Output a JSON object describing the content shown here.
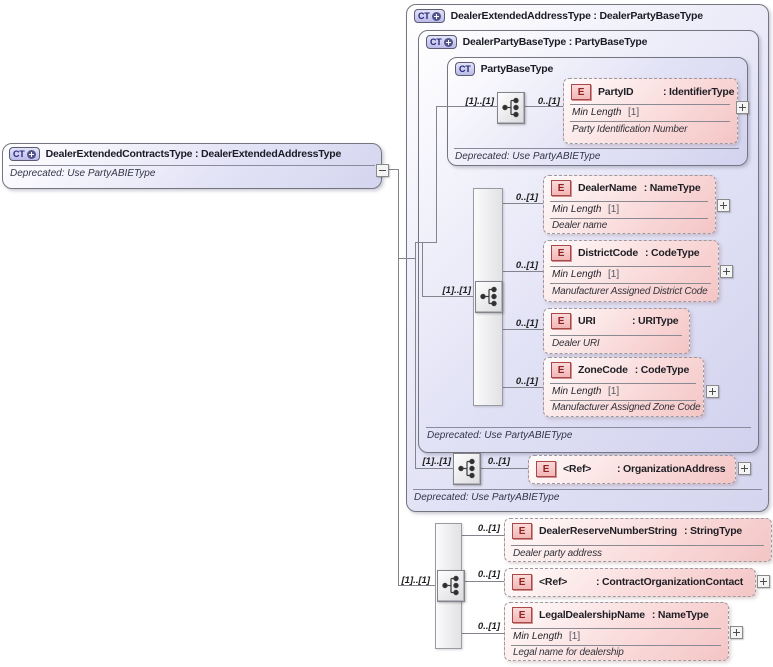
{
  "palette": {
    "type_box_fill": "#d9d9f3",
    "element_box_fill": "#f7caca",
    "type_icon_blue": "#23237a",
    "element_icon_red": "#8d2222",
    "connector_gray": "#84848c"
  },
  "glyphs": {
    "ct": "CT",
    "e": "E",
    "plus": "+",
    "minus": "−"
  },
  "cardinality": {
    "required": "[1]..[1]",
    "optional": "0..[1]"
  },
  "notes": {
    "deprecated": "Deprecated: Use PartyABIEType"
  },
  "facets": {
    "min_length_label": "Min Length",
    "min_length_value": "[1]"
  },
  "type_boxes": {
    "root": {
      "title": "DealerExtendedContractsType : DealerExtendedAddressType"
    },
    "dealer_extended_address": {
      "title": "DealerExtendedAddressType : DealerPartyBaseType"
    },
    "dealer_party_base": {
      "title": "DealerPartyBaseType : PartyBaseType"
    },
    "party_base": {
      "title": "PartyBaseType"
    }
  },
  "elements": {
    "party_id": {
      "name": "PartyID",
      "type": ": IdentifierType",
      "doc": "Party Identification Number"
    },
    "dealer_name": {
      "name": "DealerName",
      "type": ": NameType",
      "doc": "Dealer name"
    },
    "district_code": {
      "name": "DistrictCode",
      "type": ": CodeType",
      "doc": "Manufacturer Assigned District Code"
    },
    "uri": {
      "name": "URI",
      "type": ": URIType",
      "doc": "Dealer URI"
    },
    "zone_code": {
      "name": "ZoneCode",
      "type": ": CodeType",
      "doc": "Manufacturer Assigned Zone Code"
    },
    "organization_address": {
      "name": "<Ref>",
      "type": ": OrganizationAddress"
    },
    "dealer_reserve_number": {
      "name": "DealerReserveNumberString",
      "type": ": StringType",
      "doc": "Dealer party address"
    },
    "contract_organization_contact": {
      "name": "<Ref>",
      "type": ": ContractOrganizationContact"
    },
    "legal_dealership_name": {
      "name": "LegalDealershipName",
      "type": ": NameType",
      "doc": "Legal name for dealership"
    }
  }
}
